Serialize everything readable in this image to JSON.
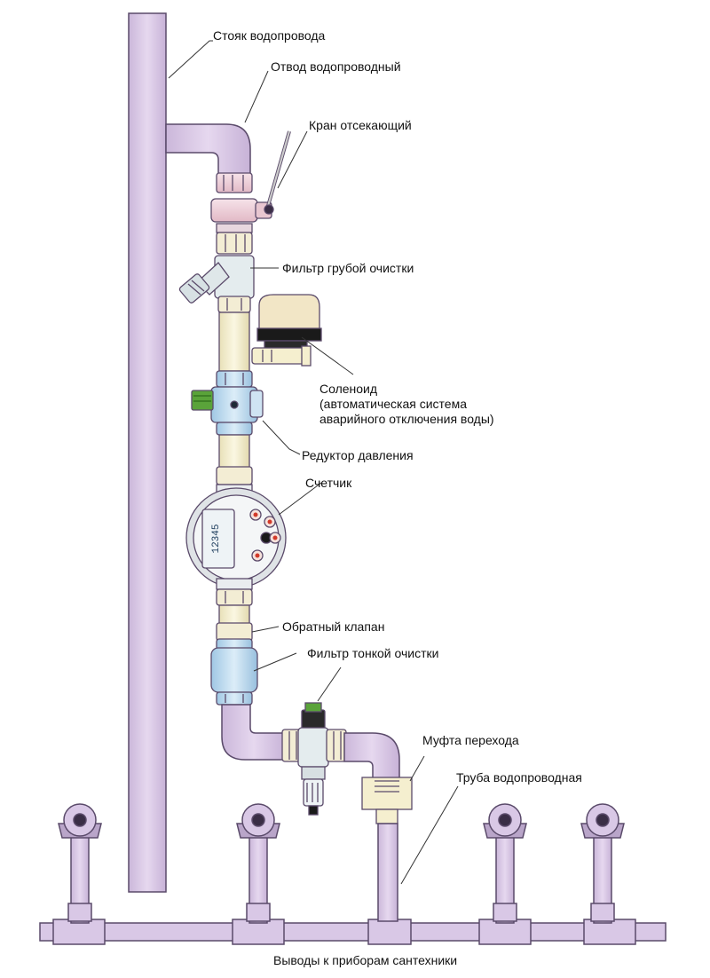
{
  "labels": {
    "riser": "Стояк водопровода",
    "elbow": "Отвод водопроводный",
    "shutoff_valve": "Кран отсекающий",
    "coarse_filter": "Фильтр грубой очистки",
    "solenoid": [
      "Соленоид",
      "(автоматическая система",
      "аварийного отключения воды)"
    ],
    "pressure_reducer": "Редуктор давления",
    "meter": "Счетчик",
    "check_valve": "Обратный клапан",
    "fine_filter": "Фильтр тонкой очистки",
    "adapter_coupling": "Муфта перехода",
    "water_pipe": "Труба водопроводная",
    "fixture_outlets": "Выводы к приборам сантехники"
  },
  "meter_display": "12345",
  "colors": {
    "pipe": "#d9c8e6",
    "pipe_stroke": "#5a4a6a",
    "valve_pink": "#f0d3dc",
    "fitting_cream": "#f5efcf",
    "filter_light": "#e6eef0",
    "reducer_blue": "#bcdbef",
    "filter_blue": "#b8d8ee",
    "solenoid_cap": "#f2e6c6",
    "solenoid_base": "#1a1a1a",
    "green_cap": "#5aa33a",
    "marker_red": "#d23a2a"
  }
}
